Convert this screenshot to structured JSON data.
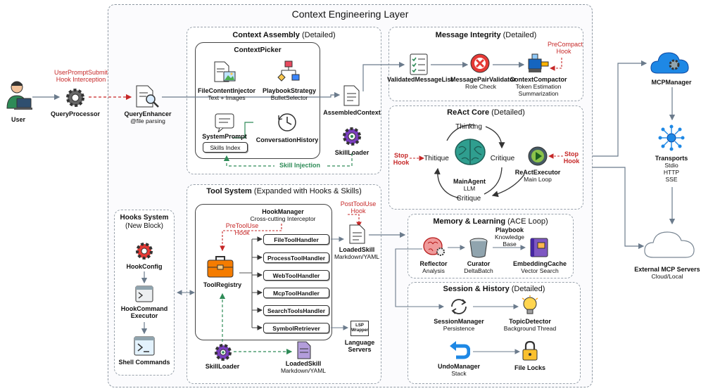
{
  "layer_title": "Context Engineering Layer",
  "user": {
    "label": "User"
  },
  "hook_interception": {
    "line1": "UserPromptSubmit",
    "line2": "Hook Interception"
  },
  "query_processor": {
    "label": "QueryProcessor"
  },
  "query_enhancer": {
    "name": "QueryEnhancer",
    "sub": "@file parsing"
  },
  "context_assembly": {
    "title_bold": "Context Assembly",
    "title_rest": " (Detailed)",
    "picker_title": "ContextPicker",
    "file_injector": {
      "name": "FileContentInjector",
      "sub": "Text + Images"
    },
    "playbook_strategy": {
      "name": "PlaybookStrategy",
      "sub": "BulletSelector"
    },
    "system_prompt": {
      "name": "SystemPrompt"
    },
    "skills_index": "Skills Index",
    "conversation_history": {
      "name": "ConversationHistory"
    },
    "assembled_context": {
      "name": "AssembledContext"
    },
    "skill_loader": {
      "name": "SkillLoader"
    },
    "skill_injection": "Skill Injection"
  },
  "message_integrity": {
    "title_bold": "Message Integrity",
    "title_rest": " (Detailed)",
    "validated": {
      "name": "ValidatedMessageList"
    },
    "validator": {
      "name": "MessagePairValidator",
      "sub": "Role Check"
    },
    "compactor": {
      "name": "ContextCompactor",
      "sub1": "Token Estimation",
      "sub2": "Summarization"
    },
    "precompact": {
      "line1": "PreCompact",
      "line2": "Hook"
    }
  },
  "react_core": {
    "title_bold": "ReAct Core",
    "title_rest": " (Detailed)",
    "thinking": "Thinking",
    "thitique": "Thitique",
    "critique_right": "Critique",
    "critique_bottom": "Critique",
    "main_agent": {
      "name": "MainAgent",
      "sub": "LLM"
    },
    "react_executor": {
      "name": "ReActExecutor",
      "sub": "Main Loop"
    },
    "stop_left": {
      "line1": "Stop",
      "line2": "Hook"
    },
    "stop_right": {
      "line1": "Stop",
      "line2": "Hook"
    }
  },
  "tool_system": {
    "title_bold": "Tool System",
    "title_rest": " (Expanded with Hooks & Skills)",
    "hook_manager": {
      "name": "HookManager",
      "sub": "Cross-cutting Interceptor"
    },
    "pretooluse": {
      "line1": "PreToolUse",
      "line2": "Hook"
    },
    "posttooluse": {
      "line1": "PostToolUse",
      "line2": "Hook"
    },
    "tool_registry": {
      "name": "ToolRegistry"
    },
    "handlers": [
      "FileToolHandler",
      "ProcessToolHandler",
      "WebToolHandler",
      "McpToolHandler",
      "SearchToolsHandler",
      "SymbolRetriever"
    ],
    "loaded_skill_top": {
      "name": "LoadedSkill",
      "sub": "Markdown/YAML"
    },
    "lsp_wrapper": "LSP Wrapper",
    "language_servers": {
      "line1": "Language",
      "line2": "Servers"
    },
    "skill_loader": {
      "name": "SkillLoader"
    },
    "loaded_skill_bottom": {
      "name": "LoadedSkill",
      "sub": "Markdown/YAML"
    }
  },
  "hooks_system": {
    "title_line1": "Hooks System",
    "title_line2": "(New Block)",
    "hook_config": {
      "name": "HookConfig"
    },
    "hook_command": {
      "line1": "HookCommand",
      "line2": "Executor"
    },
    "shell_commands": {
      "name": "Shell Commands"
    }
  },
  "memory_learning": {
    "title_bold": "Memory & Learning",
    "title_rest": " (ACE Loop)",
    "reflector": {
      "name": "Reflector",
      "sub": "Analysis"
    },
    "curator": {
      "name": "Curator",
      "sub": "DeltaBatch"
    },
    "playbook": {
      "name": "Playbook",
      "sub1": "Knowledge",
      "sub2": "Base"
    },
    "embedding_cache": {
      "name": "EmbeddingCache",
      "sub": "Vector Search"
    }
  },
  "session_history": {
    "title_bold": "Session & History",
    "title_rest": " (Detailed)",
    "session_manager": {
      "name": "SessionManager",
      "sub": "Persistence"
    },
    "topic_detector": {
      "name": "TopicDetector",
      "sub": "Background Thread"
    },
    "undo_manager": {
      "name": "UndoManager",
      "sub": "Stack"
    },
    "file_locks": {
      "name": "File Locks"
    }
  },
  "mcp_manager": {
    "name": "MCPManager"
  },
  "transports": {
    "name": "Transports",
    "line1": "Stdio",
    "line2": "HTTP",
    "line3": "SSE"
  },
  "external_mcp": {
    "name": "External MCP Servers",
    "sub": "Cloud/Local"
  }
}
